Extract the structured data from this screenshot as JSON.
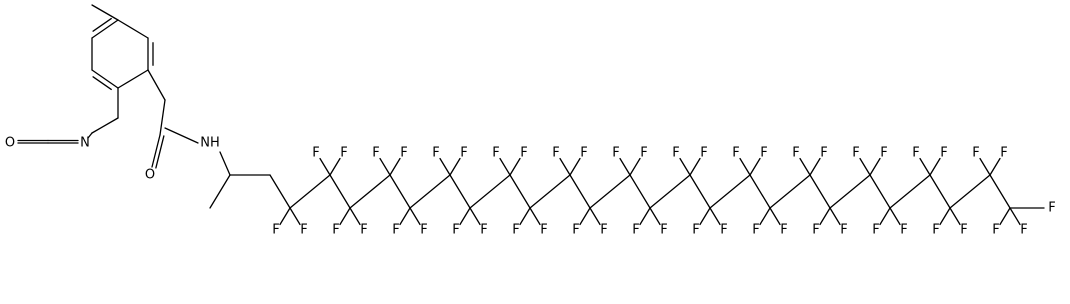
{
  "structure": {
    "atoms": [
      {
        "id": "c_me",
        "label": ""
      },
      {
        "id": "a1",
        "label": ""
      },
      {
        "id": "a2",
        "label": ""
      },
      {
        "id": "a3",
        "label": ""
      },
      {
        "id": "a4",
        "label": ""
      },
      {
        "id": "a5",
        "label": ""
      },
      {
        "id": "a6",
        "label": ""
      },
      {
        "id": "n_iso",
        "label": "N"
      },
      {
        "id": "c_iso",
        "label": ""
      },
      {
        "id": "o_iso",
        "label": "O"
      },
      {
        "id": "c_am",
        "label": ""
      },
      {
        "id": "o_am",
        "label": "O"
      },
      {
        "id": "n_am",
        "label": "NH"
      },
      {
        "id": "ch",
        "label": ""
      },
      {
        "id": "ch3",
        "label": ""
      },
      {
        "id": "ch2",
        "label": ""
      },
      {
        "id": "cf1",
        "label": ""
      },
      {
        "id": "cf2",
        "label": ""
      },
      {
        "id": "cf3",
        "label": ""
      },
      {
        "id": "cf4",
        "label": ""
      },
      {
        "id": "cf5",
        "label": ""
      },
      {
        "id": "cf6",
        "label": ""
      },
      {
        "id": "cf7",
        "label": ""
      },
      {
        "id": "cf8",
        "label": ""
      },
      {
        "id": "cf9",
        "label": ""
      },
      {
        "id": "cf10",
        "label": ""
      },
      {
        "id": "cf11",
        "label": ""
      },
      {
        "id": "cf12",
        "label": ""
      },
      {
        "id": "cf13",
        "label": ""
      },
      {
        "id": "cf14",
        "label": ""
      },
      {
        "id": "cf15",
        "label": ""
      },
      {
        "id": "cf16",
        "label": ""
      },
      {
        "id": "cf17",
        "label": ""
      },
      {
        "id": "cf18",
        "label": ""
      },
      {
        "id": "cf19",
        "label": ""
      },
      {
        "id": "cf20",
        "label": ""
      }
    ],
    "fluorine_label": "F"
  }
}
